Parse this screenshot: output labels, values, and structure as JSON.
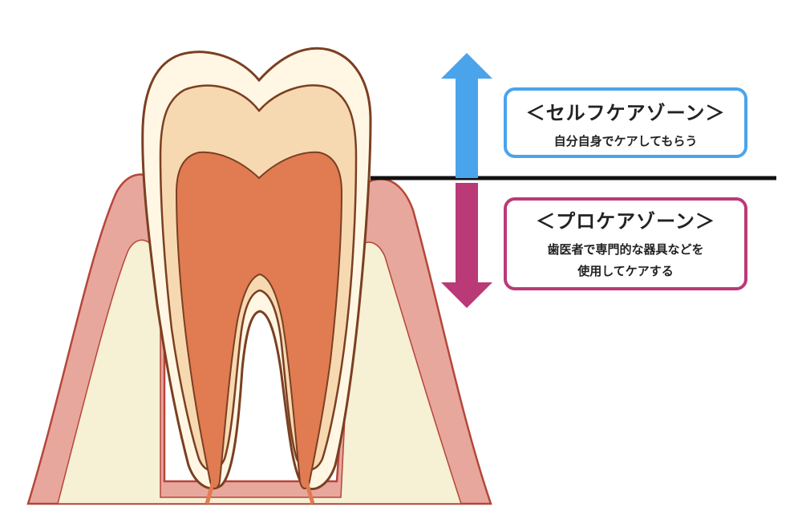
{
  "self_zone": {
    "title": "＜セルフケアゾーン＞",
    "description": "自分自身でケアしてもらう",
    "color": "#4aa4ec"
  },
  "pro_zone": {
    "title": "＜プロケアゾーン＞",
    "description": "歯医者で専門的な器具などを\n使用してケアする",
    "color": "#ba3a78"
  },
  "colors": {
    "gum": "#e8a79d",
    "gum_outline": "#b5463a",
    "bone": "#f6f0d4",
    "enamel": "#fff7e4",
    "dentin": "#f7d9b1",
    "pulp": "#e07b52",
    "outline": "#7b3f22",
    "line": "#111111"
  }
}
